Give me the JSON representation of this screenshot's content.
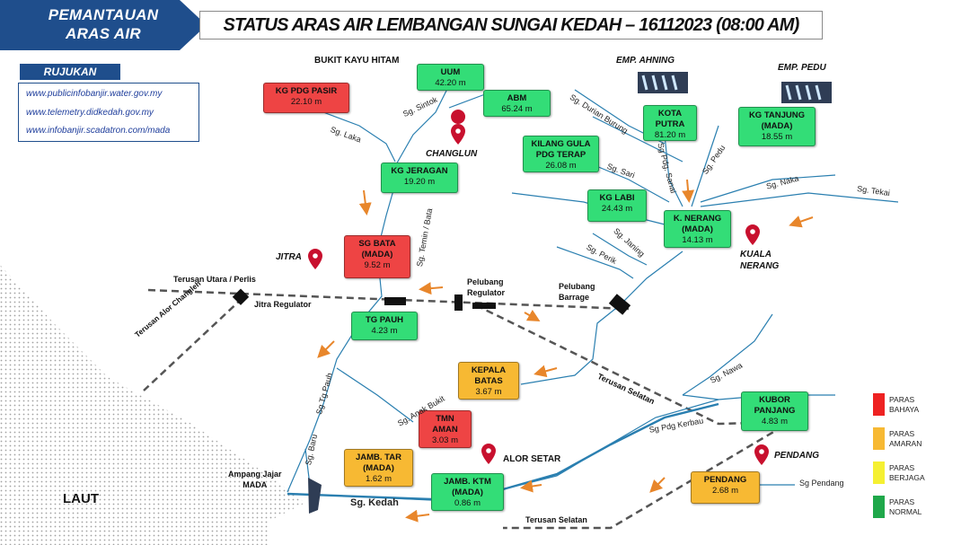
{
  "header": {
    "ribbon_line1": "PEMANTAUAN",
    "ribbon_line2": "ARAS AIR",
    "title": "STATUS ARAS AIR LEMBANGAN SUNGAI KEDAH – 16112023 (08:00 AM)"
  },
  "reference": {
    "heading": "RUJUKAN",
    "links": [
      "www.publicinfobanjir.water.gov.my",
      "www.telemetry.didkedah.gov.my",
      "www.infobanjir.scadatron.com/mada"
    ]
  },
  "colors": {
    "bahaya": "#ee4444",
    "amaran": "#f7b933",
    "berjaga": "#f5f032",
    "normal": "#1fa84a",
    "river": "#2a7fb0",
    "canal": "#555555",
    "arrow": "#e8862b",
    "ribbon": "#1f4e8c"
  },
  "stations": {
    "uum": {
      "name": "UUM",
      "value": "42.20 m",
      "status": "normal"
    },
    "abm": {
      "name": "ABM",
      "value": "65.24 m",
      "status": "normal"
    },
    "kg_pdg_pasir": {
      "name": "KG PDG PASIR",
      "value": "22.10 m",
      "status": "bahaya"
    },
    "kg_jeragan": {
      "name": "KG JERAGAN",
      "value": "19.20 m",
      "status": "normal"
    },
    "sg_bata": {
      "name": "SG BATA\n(MADA)",
      "value": "9.52 m",
      "status": "bahaya"
    },
    "tg_pauh": {
      "name": "TG PAUH",
      "value": "4.23 m",
      "status": "normal"
    },
    "kota_putra": {
      "name": "KOTA\nPUTRA",
      "value": "81.20 m",
      "status": "normal"
    },
    "kg_tanjung": {
      "name": "KG TANJUNG\n(MADA)",
      "value": "18.55 m",
      "status": "normal"
    },
    "kilang_gula": {
      "name": "KILANG  GULA\nPDG TERAP",
      "value": "26.08 m",
      "status": "normal"
    },
    "kg_labi": {
      "name": "KG LABI",
      "value": "24.43 m",
      "status": "normal"
    },
    "k_nerang": {
      "name": "K. NERANG\n(MADA)",
      "value": "14.13 m",
      "status": "normal"
    },
    "kepala_batas": {
      "name": "KEPALA\nBATAS",
      "value": "3.67 m",
      "status": "amaran"
    },
    "tmn_aman": {
      "name": "TMN\nAMAN",
      "value": "3.03 m",
      "status": "bahaya"
    },
    "jamb_tar": {
      "name": "JAMB. TAR\n(MADA)",
      "value": "1.62 m",
      "status": "amaran"
    },
    "jamb_ktm": {
      "name": "JAMB. KTM\n(MADA)",
      "value": "0.86 m",
      "status": "normal"
    },
    "kubor_panjang": {
      "name": "KUBOR\nPANJANG",
      "value": "4.83 m",
      "status": "normal"
    },
    "pendang": {
      "name": "PENDANG",
      "value": "2.68 m",
      "status": "amaran"
    }
  },
  "places": {
    "bukit_kayu_hitam": "BUKIT KAYU HITAM",
    "changlun": "CHANGLUN",
    "jitra": "JITRA",
    "kuala_nerang": "KUALA\nNERANG",
    "alor_setar": "ALOR SETAR",
    "pendang": "PENDANG",
    "emp_ahning": "EMP. AHNING",
    "emp_pedu": "EMP. PEDU",
    "laut": "LAUT"
  },
  "structures": {
    "terusan_utara": "Terusan Utara / Perlis",
    "jitra_regulator": "Jitra Regulator",
    "pelubang_regulator": "Pelubang\nRegulator",
    "pelubang_barrage": "Pelubang\nBarrage",
    "terusan_alor_changleh": "Terusan Alor Changleh",
    "terusan_selatan_1": "Terusan Selatan",
    "terusan_selatan_2": "Terusan Selatan",
    "ampang_jajar": "Ampang Jajar\nMADA"
  },
  "rivers": {
    "sg_laka": "Sg. Laka",
    "sg_sintok": "Sg. Sintok",
    "sg_temin": "Sg. Temin / Bata",
    "sg_durian_burung": "Sg. Durian Burung",
    "sg_pdg_sanai": "Sg Pdg. Sanai",
    "sg_pedu": "Sg. Pedu",
    "sg_sari": "Sg. Sari",
    "sg_naka": "Sg. Naka",
    "sg_tekai": "Sg. Tekai",
    "sg_janing": "Sg. Janing",
    "sg_perik": "Sg. Perik",
    "sg_nawa": "Sg. Nawa",
    "sg_tg_pauh": "Sg Tg Pauh",
    "sg_anak_bukit": "Sg. Anak Bukit",
    "sg_baru": "Sg. Baru",
    "sg_kedah": "Sg. Kedah",
    "sg_pdg_kerbau": "Sg Pdg Kerbau",
    "sg_pendang": "Sg Pendang"
  },
  "legend": [
    {
      "label": "PARAS\nBAHAYA",
      "color": "#ee2222"
    },
    {
      "label": "PARAS\nAMARAN",
      "color": "#f7b933"
    },
    {
      "label": "PARAS\nBERJAGA",
      "color": "#f5f032"
    },
    {
      "label": "PARAS\nNORMAL",
      "color": "#1fa84a"
    }
  ]
}
